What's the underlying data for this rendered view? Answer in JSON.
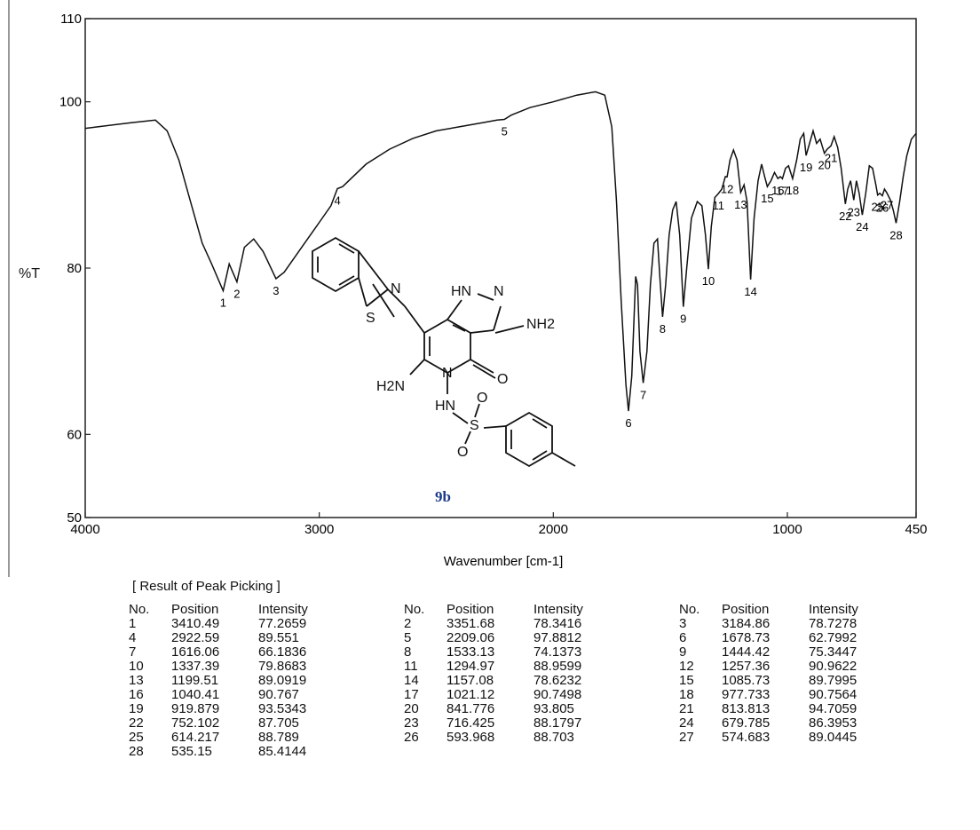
{
  "chart_data": {
    "type": "line",
    "xlabel": "Wavenumber [cm-1]",
    "ylabel": "%T",
    "xlim": [
      4000,
      450
    ],
    "ylim": [
      50,
      110
    ],
    "x_ticks": [
      "4000",
      "3000",
      "2000",
      "1000",
      "450"
    ],
    "y_ticks": [
      "110",
      "100",
      "80",
      "60",
      "50"
    ],
    "compound_label": "9b",
    "structure_atoms": {
      "n_thiazole": "N",
      "s_thiazole": "S",
      "hn_pyrazole": "HN",
      "n_pyrazole": "N",
      "nh2_right": "NH2",
      "h2n_left": "H2N",
      "n_ring": "N",
      "o_carbonyl": "O",
      "hn_sulfonamide": "HN",
      "s_sulfonyl": "S",
      "o_sulfonyl_top": "O",
      "o_sulfonyl_bottom": "O"
    },
    "spectrum": [
      [
        4000,
        96.8
      ],
      [
        3800,
        97.5
      ],
      [
        3700,
        97.8
      ],
      [
        3650,
        96.5
      ],
      [
        3600,
        93
      ],
      [
        3550,
        88
      ],
      [
        3500,
        83
      ],
      [
        3460,
        80.5
      ],
      [
        3410.49,
        77.2659
      ],
      [
        3385,
        80.5
      ],
      [
        3351.68,
        78.3416
      ],
      [
        3320,
        82.5
      ],
      [
        3280,
        83.5
      ],
      [
        3240,
        82
      ],
      [
        3184.86,
        78.7278
      ],
      [
        3150,
        79.5
      ],
      [
        3100,
        81.5
      ],
      [
        3050,
        83.5
      ],
      [
        3000,
        85.5
      ],
      [
        2950,
        87.5
      ],
      [
        2922.59,
        89.551
      ],
      [
        2900,
        89.8
      ],
      [
        2800,
        92.5
      ],
      [
        2700,
        94.3
      ],
      [
        2600,
        95.6
      ],
      [
        2500,
        96.5
      ],
      [
        2400,
        97
      ],
      [
        2300,
        97.5
      ],
      [
        2240,
        97.8
      ],
      [
        2209.06,
        97.8812
      ],
      [
        2180,
        98.4
      ],
      [
        2100,
        99.3
      ],
      [
        2000,
        100
      ],
      [
        1900,
        100.8
      ],
      [
        1820,
        101.2
      ],
      [
        1780,
        100.8
      ],
      [
        1750,
        97
      ],
      [
        1730,
        88
      ],
      [
        1710,
        76
      ],
      [
        1690,
        66
      ],
      [
        1678.73,
        62.7992
      ],
      [
        1665,
        67
      ],
      [
        1648,
        79
      ],
      [
        1640,
        78
      ],
      [
        1630,
        70
      ],
      [
        1616.06,
        66.1836
      ],
      [
        1600,
        70
      ],
      [
        1585,
        78
      ],
      [
        1570,
        83
      ],
      [
        1555,
        83.5
      ],
      [
        1545,
        79
      ],
      [
        1533.13,
        74.1373
      ],
      [
        1520,
        78
      ],
      [
        1505,
        84
      ],
      [
        1490,
        87
      ],
      [
        1475,
        88
      ],
      [
        1460,
        84
      ],
      [
        1444.42,
        75.3447
      ],
      [
        1430,
        80
      ],
      [
        1410,
        86
      ],
      [
        1385,
        88
      ],
      [
        1365,
        87.5
      ],
      [
        1350,
        84
      ],
      [
        1337.39,
        79.8683
      ],
      [
        1325,
        85
      ],
      [
        1310,
        88.5
      ],
      [
        1294.97,
        88.9599
      ],
      [
        1280,
        89.5
      ],
      [
        1265,
        91
      ],
      [
        1257.36,
        90.9622
      ],
      [
        1245,
        93
      ],
      [
        1230,
        94.2
      ],
      [
        1215,
        93
      ],
      [
        1199.51,
        89.0919
      ],
      [
        1185,
        90
      ],
      [
        1172,
        88
      ],
      [
        1157.08,
        78.6232
      ],
      [
        1142,
        86
      ],
      [
        1125,
        90.5
      ],
      [
        1110,
        92.5
      ],
      [
        1097,
        91
      ],
      [
        1085.73,
        89.7995
      ],
      [
        1070,
        90.5
      ],
      [
        1055,
        91.5
      ],
      [
        1040.41,
        90.767
      ],
      [
        1030,
        91
      ],
      [
        1021.12,
        90.7498
      ],
      [
        1008,
        92
      ],
      [
        995,
        92.3
      ],
      [
        977.733,
        90.7564
      ],
      [
        960,
        93
      ],
      [
        945,
        95.5
      ],
      [
        930,
        96.2
      ],
      [
        919.879,
        93.5343
      ],
      [
        905,
        95
      ],
      [
        890,
        96.5
      ],
      [
        875,
        95
      ],
      [
        860,
        95.5
      ],
      [
        841.776,
        93.805
      ],
      [
        830,
        94.3
      ],
      [
        813.813,
        94.7059
      ],
      [
        800,
        95.8
      ],
      [
        785,
        94.5
      ],
      [
        770,
        92
      ],
      [
        752.102,
        87.705
      ],
      [
        742,
        89.5
      ],
      [
        730,
        90.5
      ],
      [
        716.425,
        88.1797
      ],
      [
        705,
        90.5
      ],
      [
        693,
        89
      ],
      [
        679.785,
        86.3953
      ],
      [
        665,
        89
      ],
      [
        650,
        92.3
      ],
      [
        636,
        92
      ],
      [
        622,
        90
      ],
      [
        614.217,
        88.789
      ],
      [
        605,
        89
      ],
      [
        593.968,
        88.703
      ],
      [
        585,
        89.5
      ],
      [
        574.683,
        89.0445
      ],
      [
        560,
        88.2
      ],
      [
        548,
        87
      ],
      [
        535.15,
        85.4144
      ],
      [
        520,
        88
      ],
      [
        505,
        91
      ],
      [
        490,
        93.5
      ],
      [
        470,
        95.5
      ],
      [
        450,
        96.2
      ]
    ],
    "peak_labels": [
      {
        "no": "1",
        "x": 3410.49,
        "y": 77.2659
      },
      {
        "no": "2",
        "x": 3351.68,
        "y": 78.3416
      },
      {
        "no": "3",
        "x": 3184.86,
        "y": 78.7278
      },
      {
        "no": "4",
        "x": 2922.59,
        "y": 89.551
      },
      {
        "no": "5",
        "x": 2209.06,
        "y": 97.8812
      },
      {
        "no": "6",
        "x": 1678.73,
        "y": 62.7992
      },
      {
        "no": "7",
        "x": 1616.06,
        "y": 66.1836
      },
      {
        "no": "8",
        "x": 1533.13,
        "y": 74.1373
      },
      {
        "no": "9",
        "x": 1444.42,
        "y": 75.3447
      },
      {
        "no": "10",
        "x": 1337.39,
        "y": 79.8683
      },
      {
        "no": "11",
        "x": 1294.97,
        "y": 88.9599
      },
      {
        "no": "12",
        "x": 1257.36,
        "y": 90.9622
      },
      {
        "no": "13",
        "x": 1199.51,
        "y": 89.0919
      },
      {
        "no": "14",
        "x": 1157.08,
        "y": 78.6232
      },
      {
        "no": "15",
        "x": 1085.73,
        "y": 89.7995
      },
      {
        "no": "16",
        "x": 1040.41,
        "y": 90.767
      },
      {
        "no": "17",
        "x": 1021.12,
        "y": 90.7498
      },
      {
        "no": "18",
        "x": 977.733,
        "y": 90.7564
      },
      {
        "no": "19",
        "x": 919.879,
        "y": 93.5343
      },
      {
        "no": "20",
        "x": 841.776,
        "y": 93.805
      },
      {
        "no": "21",
        "x": 813.813,
        "y": 94.7059
      },
      {
        "no": "22",
        "x": 752.102,
        "y": 87.705
      },
      {
        "no": "23",
        "x": 716.425,
        "y": 88.1797
      },
      {
        "no": "24",
        "x": 679.785,
        "y": 86.3953
      },
      {
        "no": "25",
        "x": 614.217,
        "y": 88.789
      },
      {
        "no": "26",
        "x": 593.968,
        "y": 88.703
      },
      {
        "no": "27",
        "x": 574.683,
        "y": 89.0445
      },
      {
        "no": "28",
        "x": 535.15,
        "y": 85.4144
      }
    ]
  },
  "peak_table": {
    "title": "[ Result of Peak Picking ]",
    "headers": [
      "No.",
      "Position",
      "Intensity"
    ],
    "columns": [
      [
        [
          "1",
          "3410.49",
          "77.2659"
        ],
        [
          "4",
          "2922.59",
          "89.551"
        ],
        [
          "7",
          "1616.06",
          "66.1836"
        ],
        [
          "10",
          "1337.39",
          "79.8683"
        ],
        [
          "13",
          "1199.51",
          "89.0919"
        ],
        [
          "16",
          "1040.41",
          "90.767"
        ],
        [
          "19",
          "919.879",
          "93.5343"
        ],
        [
          "22",
          "752.102",
          "87.705"
        ],
        [
          "25",
          "614.217",
          "88.789"
        ],
        [
          "28",
          "535.15",
          "85.4144"
        ]
      ],
      [
        [
          "2",
          "3351.68",
          "78.3416"
        ],
        [
          "5",
          "2209.06",
          "97.8812"
        ],
        [
          "8",
          "1533.13",
          "74.1373"
        ],
        [
          "11",
          "1294.97",
          "88.9599"
        ],
        [
          "14",
          "1157.08",
          "78.6232"
        ],
        [
          "17",
          "1021.12",
          "90.7498"
        ],
        [
          "20",
          "841.776",
          "93.805"
        ],
        [
          "23",
          "716.425",
          "88.1797"
        ],
        [
          "26",
          "593.968",
          "88.703"
        ]
      ],
      [
        [
          "3",
          "3184.86",
          "78.7278"
        ],
        [
          "6",
          "1678.73",
          "62.7992"
        ],
        [
          "9",
          "1444.42",
          "75.3447"
        ],
        [
          "12",
          "1257.36",
          "90.9622"
        ],
        [
          "15",
          "1085.73",
          "89.7995"
        ],
        [
          "18",
          "977.733",
          "90.7564"
        ],
        [
          "21",
          "813.813",
          "94.7059"
        ],
        [
          "24",
          "679.785",
          "86.3953"
        ],
        [
          "27",
          "574.683",
          "89.0445"
        ]
      ]
    ]
  }
}
